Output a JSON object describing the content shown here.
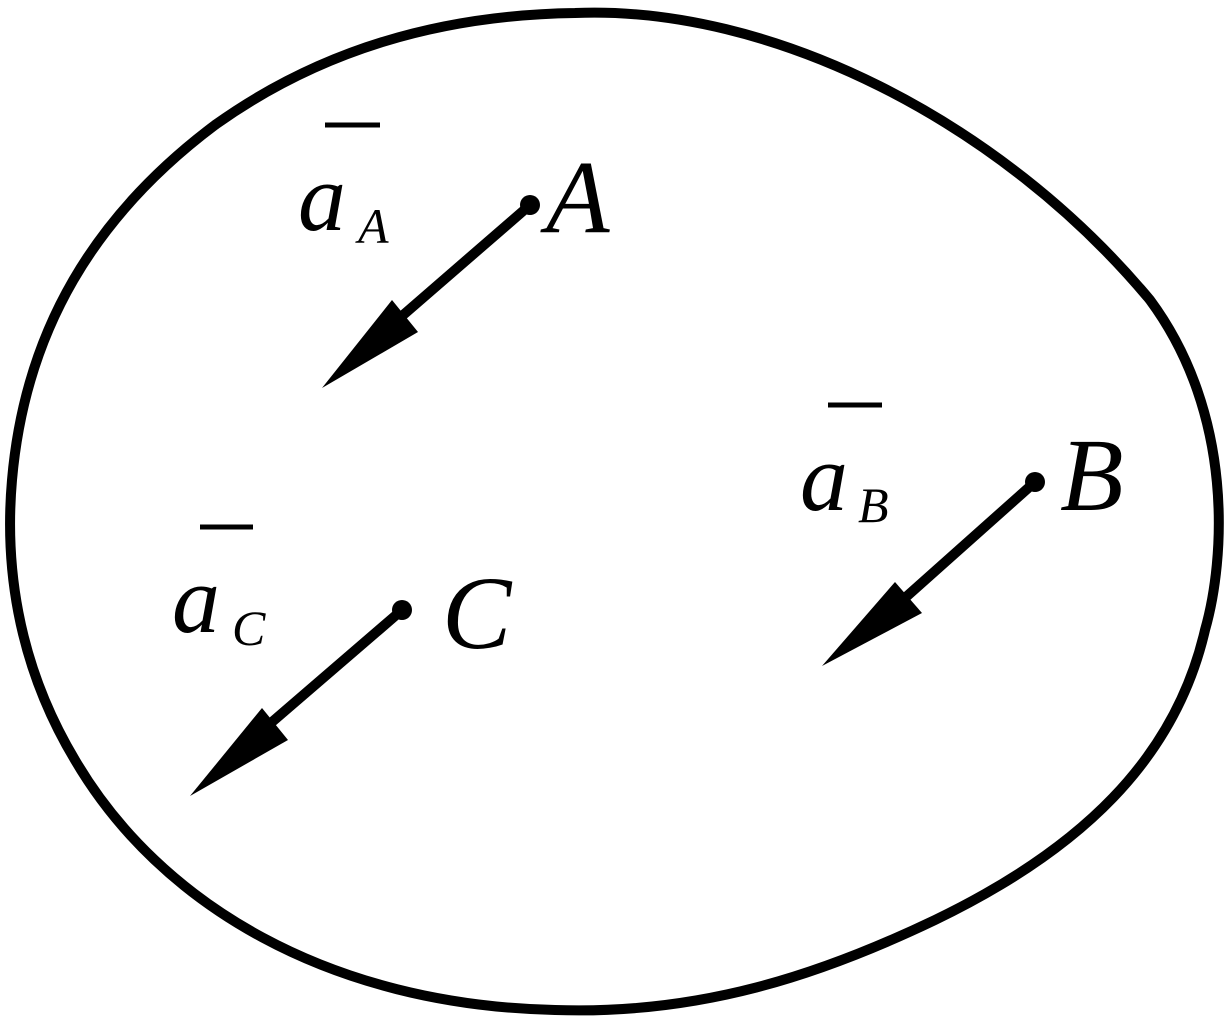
{
  "colors": {
    "ink": "#000000",
    "background": "#ffffff"
  },
  "points": [
    {
      "id": "A",
      "label": "A"
    },
    {
      "id": "B",
      "label": "B"
    },
    {
      "id": "C",
      "label": "C"
    }
  ],
  "vectors": [
    {
      "id": "a_A",
      "symbol": "a",
      "subscript": "A"
    },
    {
      "id": "a_B",
      "symbol": "a",
      "subscript": "B"
    },
    {
      "id": "a_C",
      "symbol": "a",
      "subscript": "C"
    }
  ]
}
